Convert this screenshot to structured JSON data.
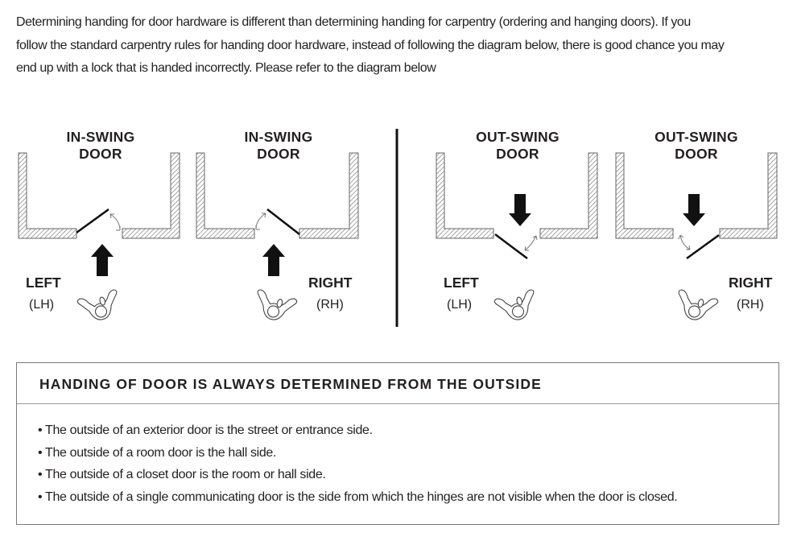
{
  "intro": {
    "lines": [
      "Determining handing for door hardware is different than determining handing for carpentry (ordering and hanging doors). If you",
      "follow the standard carpentry rules for handing door hardware, instead of following the diagram below, there is good chance you may",
      "end up with a lock that is handed incorrectly. Please refer to the diagram below"
    ]
  },
  "diagrams": [
    {
      "title1": "IN-SWING",
      "title2": "DOOR",
      "hand": "LEFT",
      "abbr": "(LH)"
    },
    {
      "title1": "IN-SWING",
      "title2": "DOOR",
      "hand": "RIGHT",
      "abbr": "(RH)"
    },
    {
      "title1": "OUT-SWING",
      "title2": "DOOR",
      "hand": "LEFT",
      "abbr": "(LH)"
    },
    {
      "title1": "OUT-SWING",
      "title2": "DOOR",
      "hand": "RIGHT",
      "abbr": "(RH)"
    }
  ],
  "notice": {
    "heading": "HANDING OF DOOR IS ALWAYS DETERMINED FROM THE OUTSIDE",
    "bullets": [
      "• The outside of an exterior door is the street or entrance side.",
      "• The outside of a room door is the hall side.",
      "• The outside of a closet door is the room or hall side.",
      "• The outside of a single communicating door is the side from which the hinges are not visible when the door is closed."
    ]
  }
}
